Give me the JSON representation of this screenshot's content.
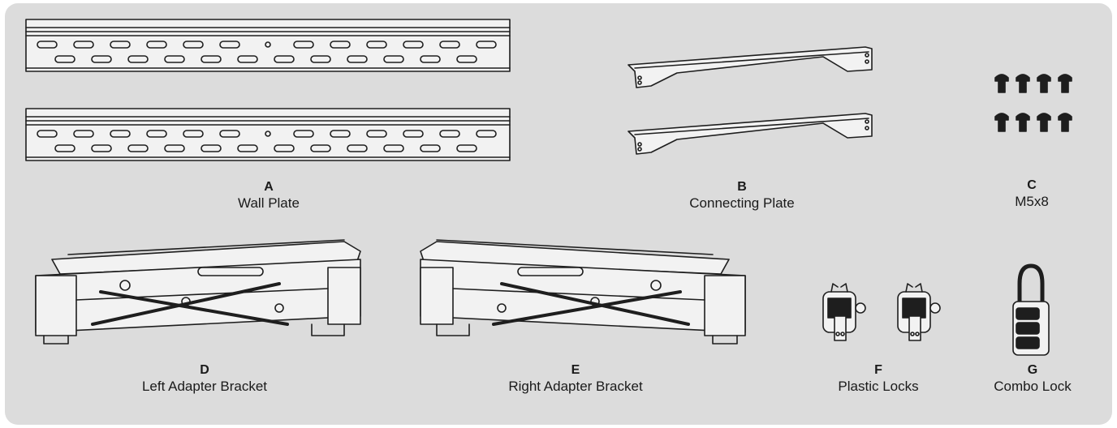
{
  "parts": [
    {
      "letter": "A",
      "name": "Wall Plate",
      "icon": "wall-plate-icon"
    },
    {
      "letter": "B",
      "name": "Connecting Plate",
      "icon": "connecting-plate-icon"
    },
    {
      "letter": "C",
      "name": "M5x8",
      "icon": "screw-icon"
    },
    {
      "letter": "D",
      "name": "Left Adapter Bracket",
      "icon": "left-adapter-bracket-icon"
    },
    {
      "letter": "E",
      "name": "Right Adapter Bracket",
      "icon": "right-adapter-bracket-icon"
    },
    {
      "letter": "F",
      "name": "Plastic Locks",
      "icon": "plastic-lock-icon"
    },
    {
      "letter": "G",
      "name": "Combo Lock",
      "icon": "combo-lock-icon"
    }
  ]
}
